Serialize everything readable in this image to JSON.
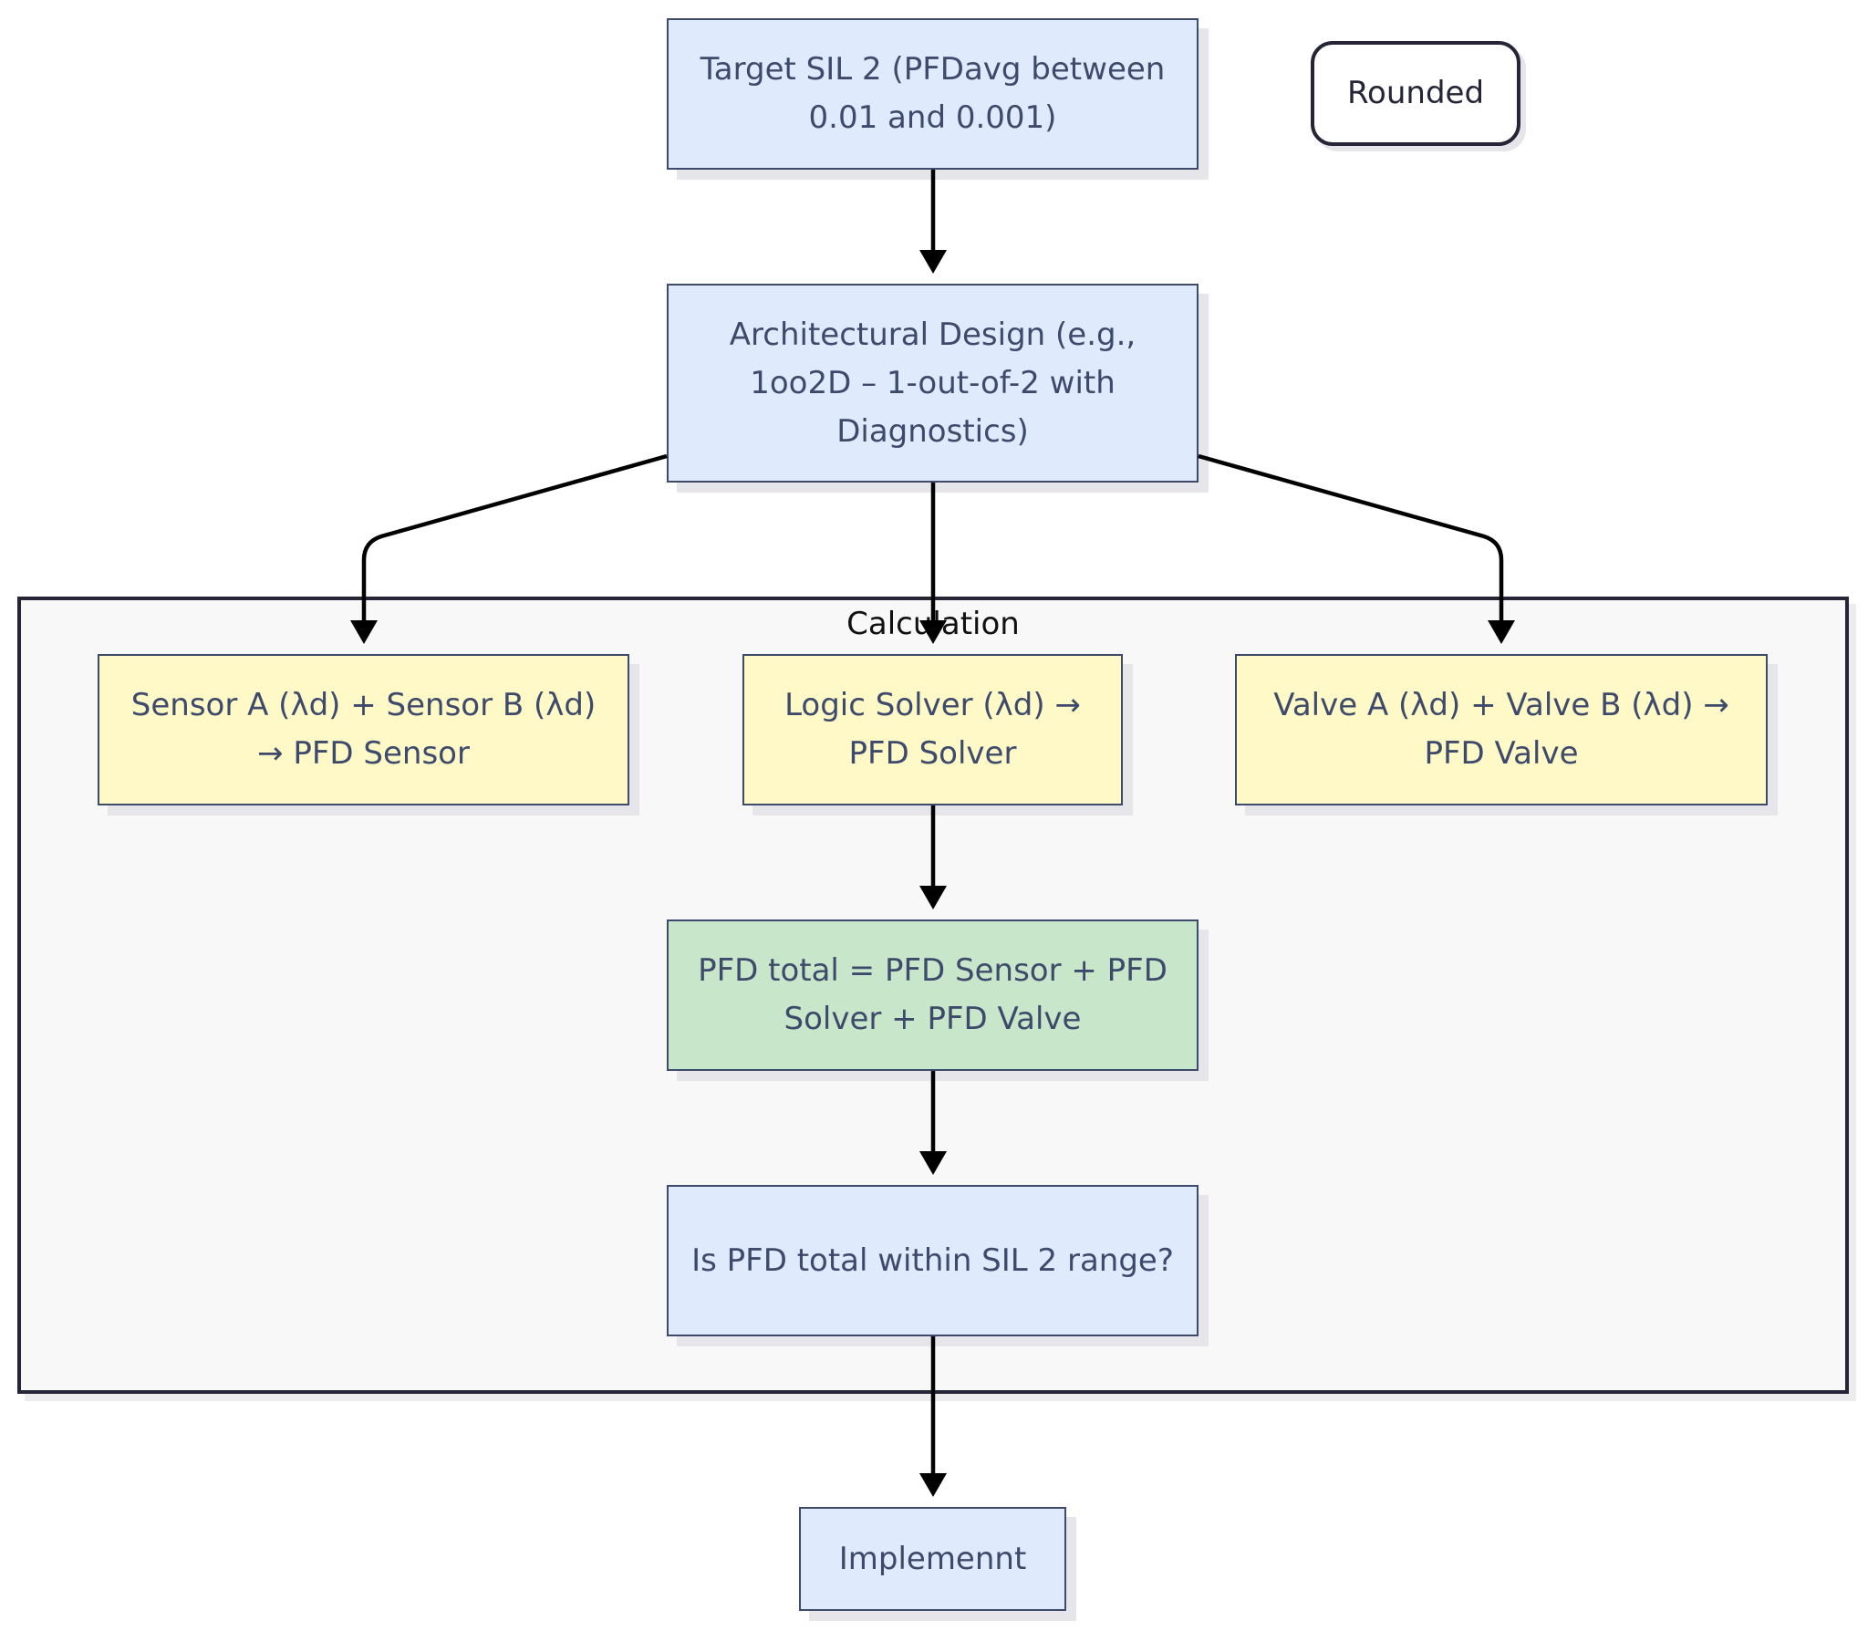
{
  "diagram": {
    "legend_label": "Rounded",
    "cluster_label": "Calculation",
    "nodes": {
      "target": "Target SIL 2 (PFDavg between 0.01 and 0.001)",
      "arch": "Architectural Design (e.g., 1oo2D – 1-out-of-2 with Diagnostics)",
      "sensor": "Sensor A (λd) + Sensor B (λd) → PFD Sensor",
      "solver": "Logic Solver (λd) → PFD Solver",
      "valve": "Valve A (λd) + Valve B (λd) → PFD Valve",
      "total": "PFD total = PFD Sensor + PFD Solver + PFD Valve",
      "check": "Is PFD total within SIL 2 range?",
      "implement": "Implemennt"
    }
  }
}
